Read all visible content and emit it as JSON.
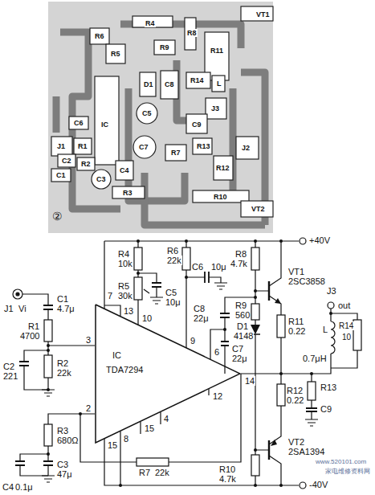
{
  "diagram": {
    "nodes": [
      {
        "text": [
          "IC",
          "TDA7294"
        ]
      }
    ],
    "labels": [
      "R4",
      "R8",
      "VT1",
      "R6",
      "R5",
      "R9",
      "R11",
      "D1",
      "C8",
      "R14",
      "L",
      "J3",
      "C5",
      "IC",
      "C6",
      "C9",
      "C7",
      "J1",
      "R1",
      "R2",
      "C2",
      "C1",
      "C3",
      "C4",
      "R7",
      "R13",
      "R12",
      "J2",
      "R3",
      "R10",
      "VT2",
      "②",
      "+40V",
      "J1",
      "Vi",
      "C1",
      "4.7μ",
      "R1",
      "4700",
      "C2",
      "221",
      "R2",
      "22k",
      "R3",
      "680Ω",
      "C4",
      "0.1μ",
      "C3",
      "47μ",
      "R4",
      "10k",
      "R5",
      "30k",
      "C5",
      "10μ",
      "R6",
      "22k",
      "C6",
      "10μ",
      "C8",
      "22μ",
      "C7",
      "22μ",
      "R7",
      "22k",
      "R8",
      "4.7k",
      "R9",
      "560",
      "D1",
      "4148",
      "VT1",
      "2SC3858",
      "R11",
      "0.22",
      "L",
      "0.7μH",
      "J3",
      "out",
      "R14",
      "10",
      "R12",
      "0.22",
      "R13",
      "C9",
      "VT2",
      "2SA1394",
      "R10",
      "4.7k",
      "-40V",
      "7",
      "13",
      "10",
      "9",
      "6",
      "3",
      "2",
      "14",
      "12",
      "4",
      "15",
      "8",
      "15",
      "www.520101.com",
      "家电维修资料网"
    ]
  }
}
